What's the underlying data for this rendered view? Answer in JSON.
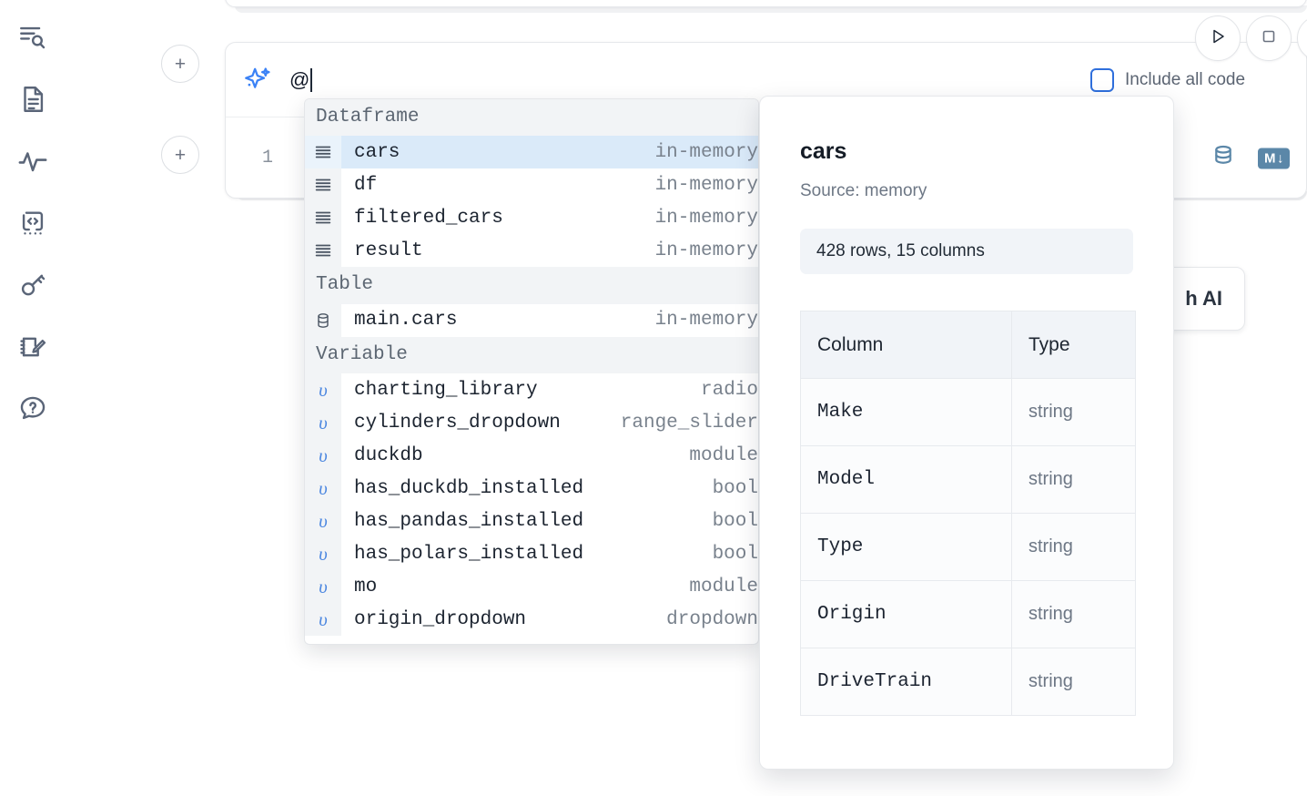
{
  "sidebar": {
    "items": [
      {
        "name": "search-outline-icon",
        "label": "Outline search"
      },
      {
        "name": "file-text-icon",
        "label": "Notebook file"
      },
      {
        "name": "activity-pulse-icon",
        "label": "Activity"
      },
      {
        "name": "code-snippet-icon",
        "label": "Snippets"
      },
      {
        "name": "key-icon",
        "label": "Secrets"
      },
      {
        "name": "scratchpad-edit-icon",
        "label": "Scratchpad"
      },
      {
        "name": "help-chat-icon",
        "label": "Help"
      }
    ]
  },
  "cell": {
    "add_label": "+",
    "line_number": "1",
    "ai_input_value": "@",
    "sparkle_color": "#3b82f6",
    "toolbar": {
      "include_all_code_label": "Include all code",
      "include_all_code_checked": false,
      "checkbox_color": "#2f6fdc"
    },
    "icons": {
      "database_label": "database-icon",
      "markdown_label": "M",
      "markdown_arrow": "↓",
      "markdown_color": "#5b87a8"
    }
  },
  "controls": {
    "run_label": "▷",
    "stop_label": "□",
    "with_ai_label": "h AI"
  },
  "autocomplete": {
    "sections": [
      {
        "title": "Dataframe",
        "icon": "dataframe-rows-icon",
        "items": [
          {
            "name": "cars",
            "type": "in-memory",
            "selected": true
          },
          {
            "name": "df",
            "type": "in-memory",
            "selected": false
          },
          {
            "name": "filtered_cars",
            "type": "in-memory",
            "selected": false
          },
          {
            "name": "result",
            "type": "in-memory",
            "selected": false
          }
        ]
      },
      {
        "title": "Table",
        "icon": "table-database-icon",
        "items": [
          {
            "name": "main.cars",
            "type": "in-memory",
            "selected": false
          }
        ]
      },
      {
        "title": "Variable",
        "icon": "variable-icon",
        "items": [
          {
            "name": "charting_library",
            "type": "radio",
            "selected": false
          },
          {
            "name": "cylinders_dropdown",
            "type": "range_slider",
            "selected": false
          },
          {
            "name": "duckdb",
            "type": "module",
            "selected": false
          },
          {
            "name": "has_duckdb_installed",
            "type": "bool",
            "selected": false
          },
          {
            "name": "has_pandas_installed",
            "type": "bool",
            "selected": false
          },
          {
            "name": "has_polars_installed",
            "type": "bool",
            "selected": false
          },
          {
            "name": "mo",
            "type": "module",
            "selected": false
          },
          {
            "name": "origin_dropdown",
            "type": "dropdown",
            "selected": false
          }
        ]
      }
    ]
  },
  "detail": {
    "title": "cars",
    "source": "Source: memory",
    "shape": "428 rows, 15 columns",
    "table": {
      "headers": [
        "Column",
        "Type"
      ],
      "rows": [
        {
          "column": "Make",
          "type": "string"
        },
        {
          "column": "Model",
          "type": "string"
        },
        {
          "column": "Type",
          "type": "string"
        },
        {
          "column": "Origin",
          "type": "string"
        },
        {
          "column": "DriveTrain",
          "type": "string"
        }
      ]
    }
  }
}
